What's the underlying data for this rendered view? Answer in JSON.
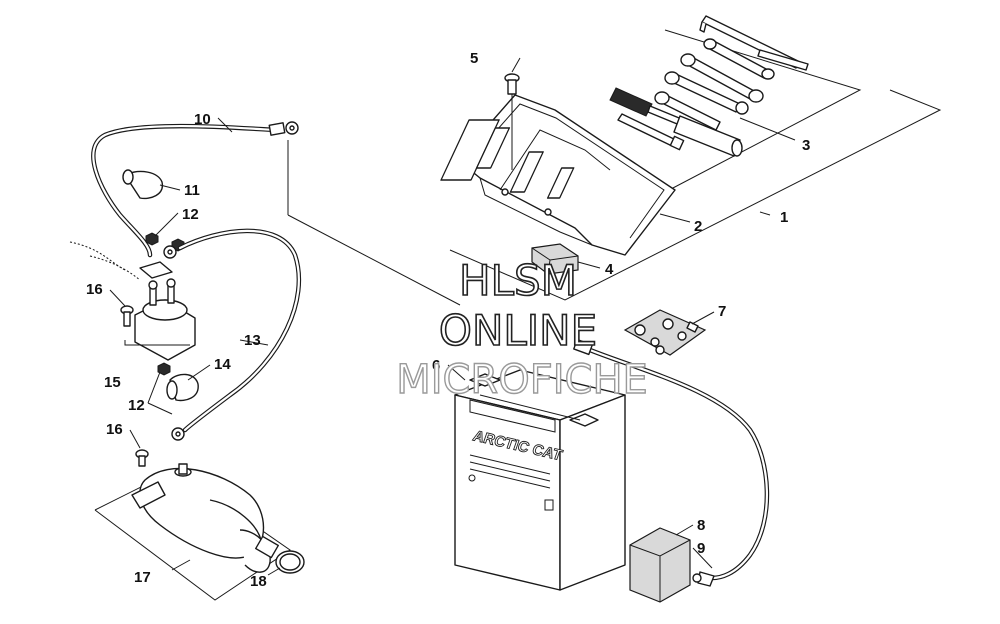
{
  "diagram": {
    "callouts": [
      "1",
      "2",
      "3",
      "4",
      "5",
      "6",
      "7",
      "8",
      "9",
      "10",
      "11",
      "12",
      "12",
      "13",
      "14",
      "15",
      "16",
      "16",
      "17",
      "18"
    ],
    "battery_brand": "ARCTIC CAT",
    "watermark": {
      "line1": "HLSM",
      "line2": "ONLINE",
      "line3": "MICROFICHE"
    }
  }
}
